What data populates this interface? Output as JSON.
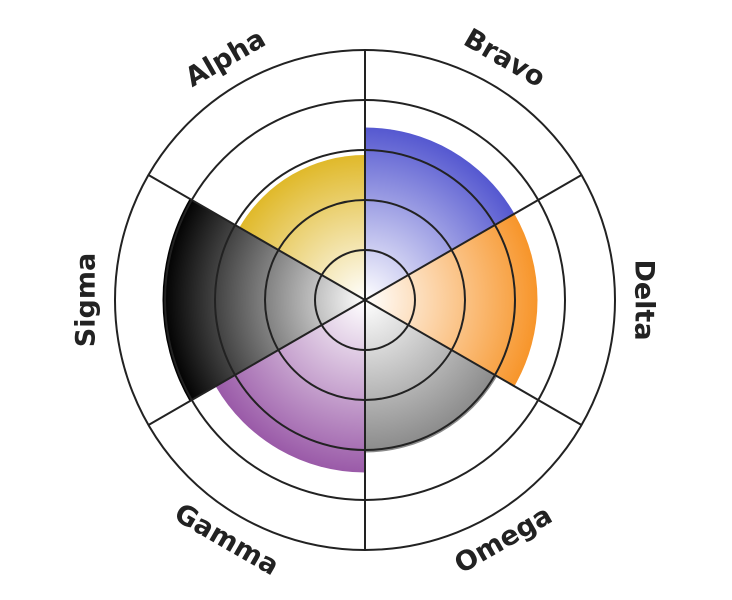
{
  "chart_data": {
    "type": "polar-area",
    "title": "",
    "categories": [
      "Bravo",
      "Delta",
      "Omega",
      "Gamma",
      "Sigma",
      "Alpha"
    ],
    "values": [
      3.45,
      3.45,
      3.05,
      3.45,
      4.05,
      2.9
    ],
    "colors": [
      "#5558d0",
      "#f7952a",
      "#8a8a8a",
      "#9a5aa8",
      "#000000",
      "#e0b92a"
    ],
    "rlim": [
      0,
      5
    ],
    "rings": [
      1,
      2,
      3,
      4,
      5
    ],
    "grid": true,
    "legend": "none"
  }
}
